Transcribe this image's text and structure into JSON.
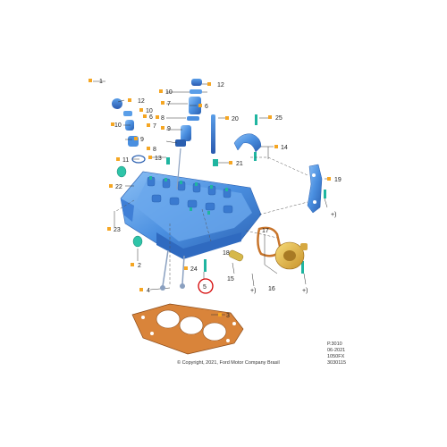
{
  "callouts": [
    {
      "id": "c1",
      "num": "1"
    },
    {
      "id": "c2",
      "num": "2"
    },
    {
      "id": "c3",
      "num": "3"
    },
    {
      "id": "c4",
      "num": "4"
    },
    {
      "id": "c5",
      "num": "5",
      "highlight": "#d40000"
    },
    {
      "id": "c6a",
      "num": "6"
    },
    {
      "id": "c6b",
      "num": "6"
    },
    {
      "id": "c7a",
      "num": "7"
    },
    {
      "id": "c7b",
      "num": "7"
    },
    {
      "id": "c8a",
      "num": "8"
    },
    {
      "id": "c8b",
      "num": "8"
    },
    {
      "id": "c9a",
      "num": "9"
    },
    {
      "id": "c9b",
      "num": "9"
    },
    {
      "id": "c10a",
      "num": "10"
    },
    {
      "id": "c10b",
      "num": "10"
    },
    {
      "id": "c10c",
      "num": "10"
    },
    {
      "id": "c11",
      "num": "11"
    },
    {
      "id": "c12a",
      "num": "12"
    },
    {
      "id": "c12b",
      "num": "12"
    },
    {
      "id": "c13",
      "num": "13"
    },
    {
      "id": "c14",
      "num": "14"
    },
    {
      "id": "c15",
      "num": "15"
    },
    {
      "id": "c16",
      "num": "16"
    },
    {
      "id": "c17",
      "num": "17"
    },
    {
      "id": "c18",
      "num": "18"
    },
    {
      "id": "c19",
      "num": "19"
    },
    {
      "id": "c20",
      "num": "20"
    },
    {
      "id": "c21",
      "num": "21"
    },
    {
      "id": "c22",
      "num": "22"
    },
    {
      "id": "c23",
      "num": "23"
    },
    {
      "id": "c24",
      "num": "24"
    },
    {
      "id": "c25",
      "num": "25"
    }
  ],
  "plus_marks": {
    "a": "+)",
    "b": "+)",
    "c": "+)"
  },
  "copyright": "© Copyright, 2021, Ford Motor Company Brasil",
  "meta": {
    "line1": "P.3010",
    "line2": "06-2021",
    "line3": "1050FX",
    "line4": "3030115"
  },
  "colors": {
    "part_blue": "#4a8fe0",
    "gasket_orange": "#c8742a",
    "callout_marker": "#f5a623",
    "highlight_circle": "#d40000",
    "pump_yellow": "#e8b830"
  }
}
